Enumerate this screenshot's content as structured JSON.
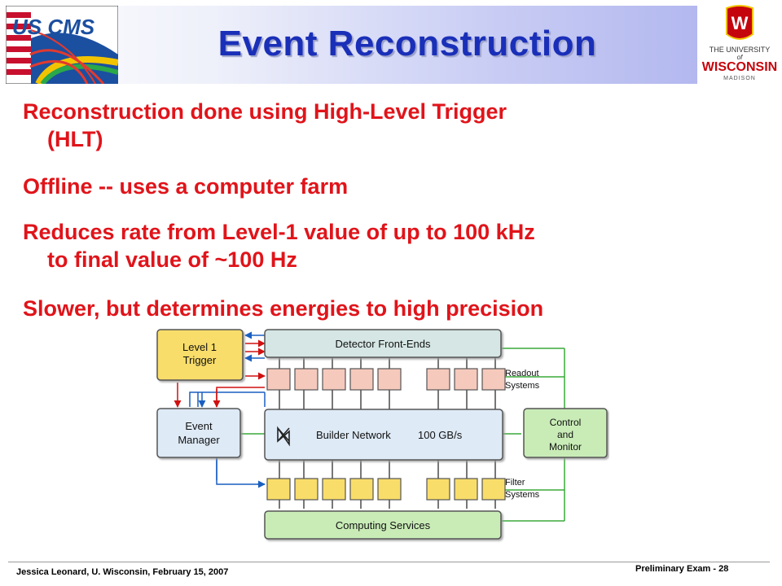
{
  "slide": {
    "title": "Event Reconstruction",
    "bullets": [
      {
        "line1": "Reconstruction done using High-Level Trigger",
        "line2": "(HLT)"
      },
      {
        "line1": "Offline -- uses a computer farm",
        "line2": ""
      },
      {
        "line1": "Reduces rate from Level-1 value of up to 100 kHz",
        "line2": "to final value of ~100 Hz"
      },
      {
        "line1": "Slower, but determines energies to high precision",
        "line2": ""
      }
    ]
  },
  "logos": {
    "cms": "US CMS",
    "uw_top": "THE UNIVERSITY",
    "uw_of": "of",
    "uw_name": "WISCONSIN",
    "uw_sub": "MADISON"
  },
  "diagram": {
    "level1_line1": "Level 1",
    "level1_line2": "Trigger",
    "frontends": "Detector Front-Ends",
    "readout_line1": "Readout",
    "readout_line2": "Systems",
    "event_line1": "Event",
    "event_line2": "Manager",
    "builder": "Builder Network",
    "bandwidth": "100 GB/s",
    "control_line1": "Control",
    "control_line2": "and",
    "control_line3": "Monitor",
    "filter_line1": "Filter",
    "filter_line2": "Systems",
    "computing": "Computing Services"
  },
  "footer": {
    "left": "Jessica Leonard, U. Wisconsin, February 15, 2007",
    "right": "Preliminary Exam -  28"
  },
  "colors": {
    "title": "#1a2fb8",
    "bullet": "#e0141a"
  }
}
